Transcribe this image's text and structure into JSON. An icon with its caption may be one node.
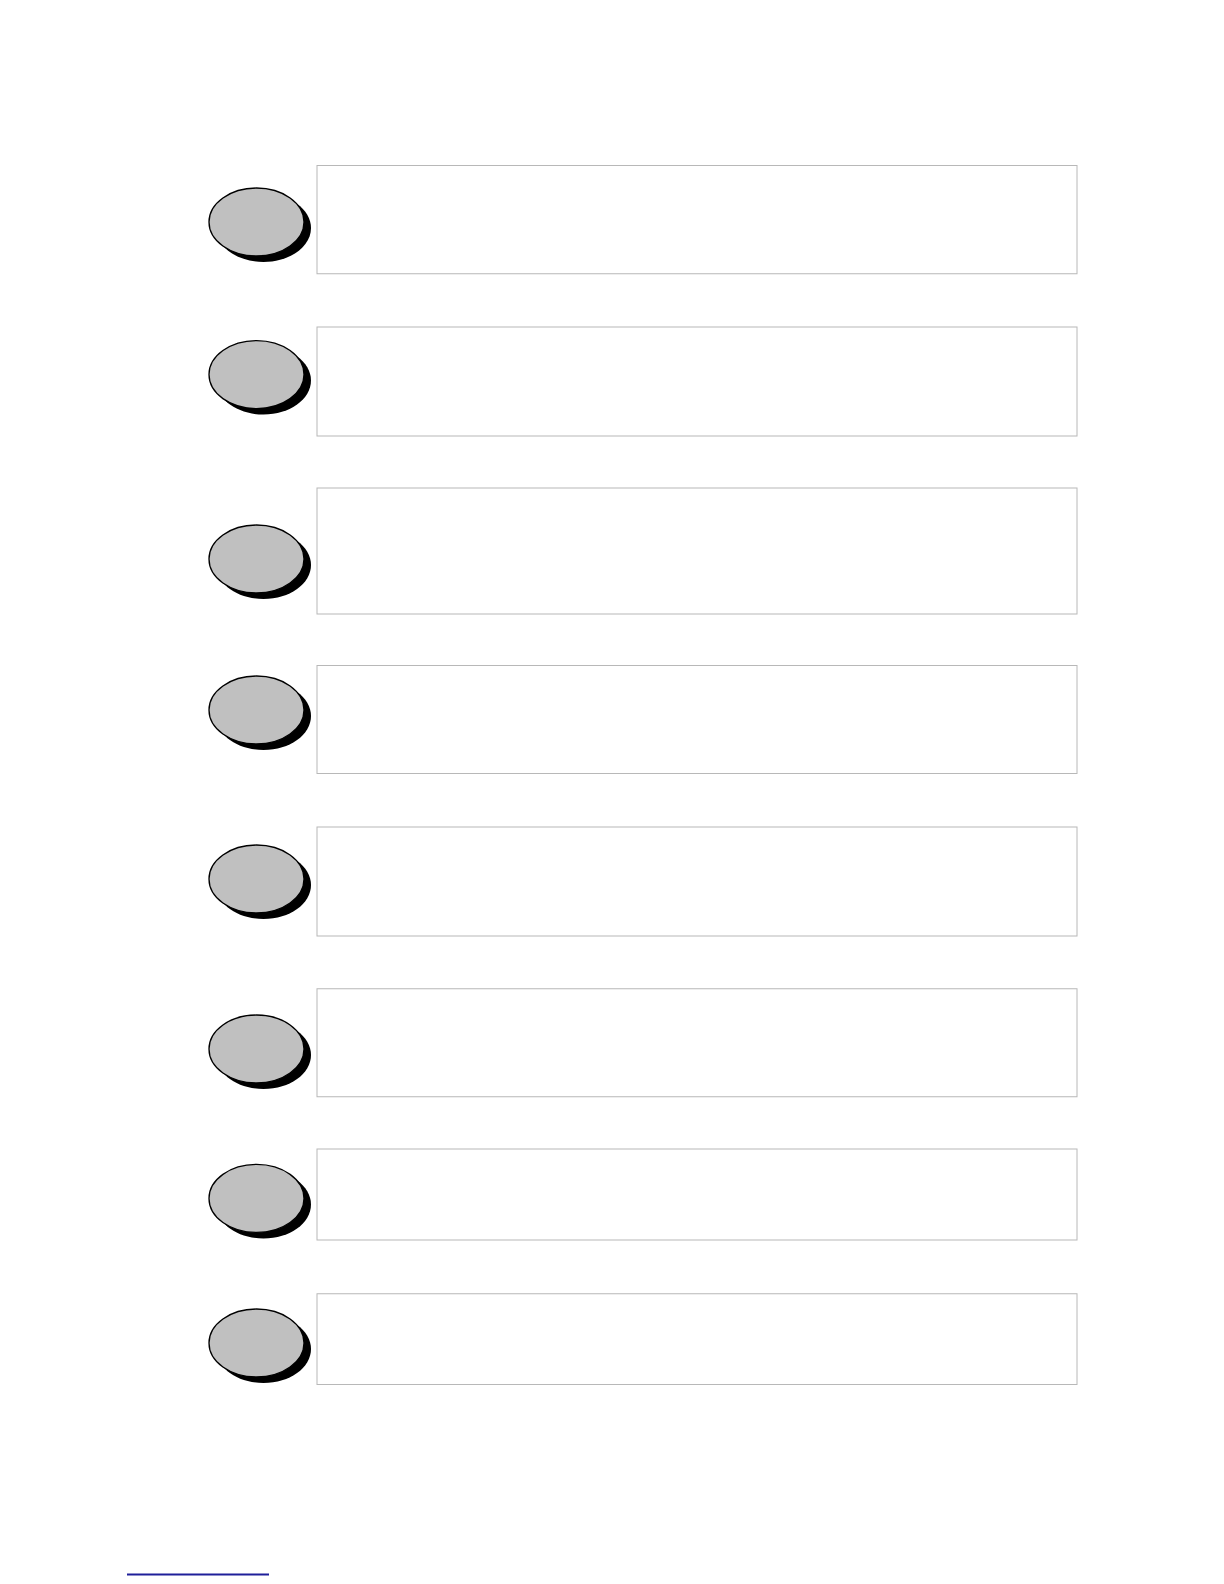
{
  "diagram": {
    "nodes": [
      {
        "text": [],
        "shape": "ellipse"
      },
      {
        "text": [],
        "shape": "box"
      },
      {
        "text": [],
        "shape": "ellipse"
      },
      {
        "text": [],
        "shape": "box"
      },
      {
        "text": [],
        "shape": "ellipse"
      },
      {
        "text": [],
        "shape": "box"
      },
      {
        "text": [],
        "shape": "ellipse"
      },
      {
        "text": [],
        "shape": "box"
      },
      {
        "text": [],
        "shape": "ellipse"
      },
      {
        "text": [],
        "shape": "box"
      },
      {
        "text": [],
        "shape": "ellipse"
      },
      {
        "text": [],
        "shape": "box"
      },
      {
        "text": [],
        "shape": "ellipse"
      },
      {
        "text": [],
        "shape": "box"
      },
      {
        "text": [],
        "shape": "ellipse"
      },
      {
        "text": [],
        "shape": "box"
      }
    ]
  }
}
